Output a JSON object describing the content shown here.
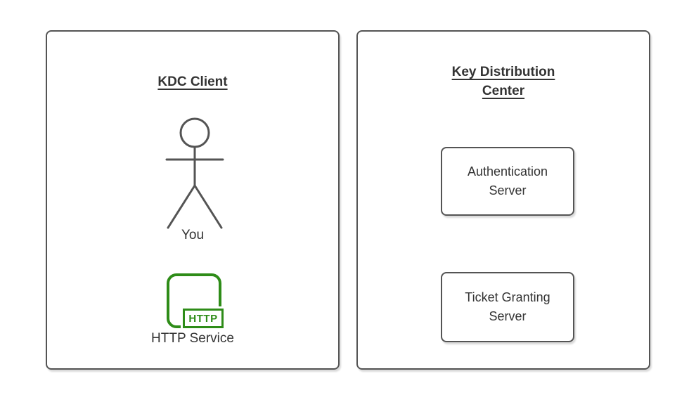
{
  "colors": {
    "box_stroke": "#545454",
    "text": "#333333",
    "accent_green": "#2e8c18",
    "background": "#ffffff"
  },
  "left_panel": {
    "title": "KDC Client",
    "actor": {
      "label": "You"
    },
    "http_service": {
      "label": "HTTP Service",
      "badge": "HTTP"
    }
  },
  "right_panel": {
    "title": "Key Distribution Center",
    "servers": [
      {
        "label": "Authentication Server"
      },
      {
        "label": "Ticket Granting Server"
      }
    ]
  }
}
